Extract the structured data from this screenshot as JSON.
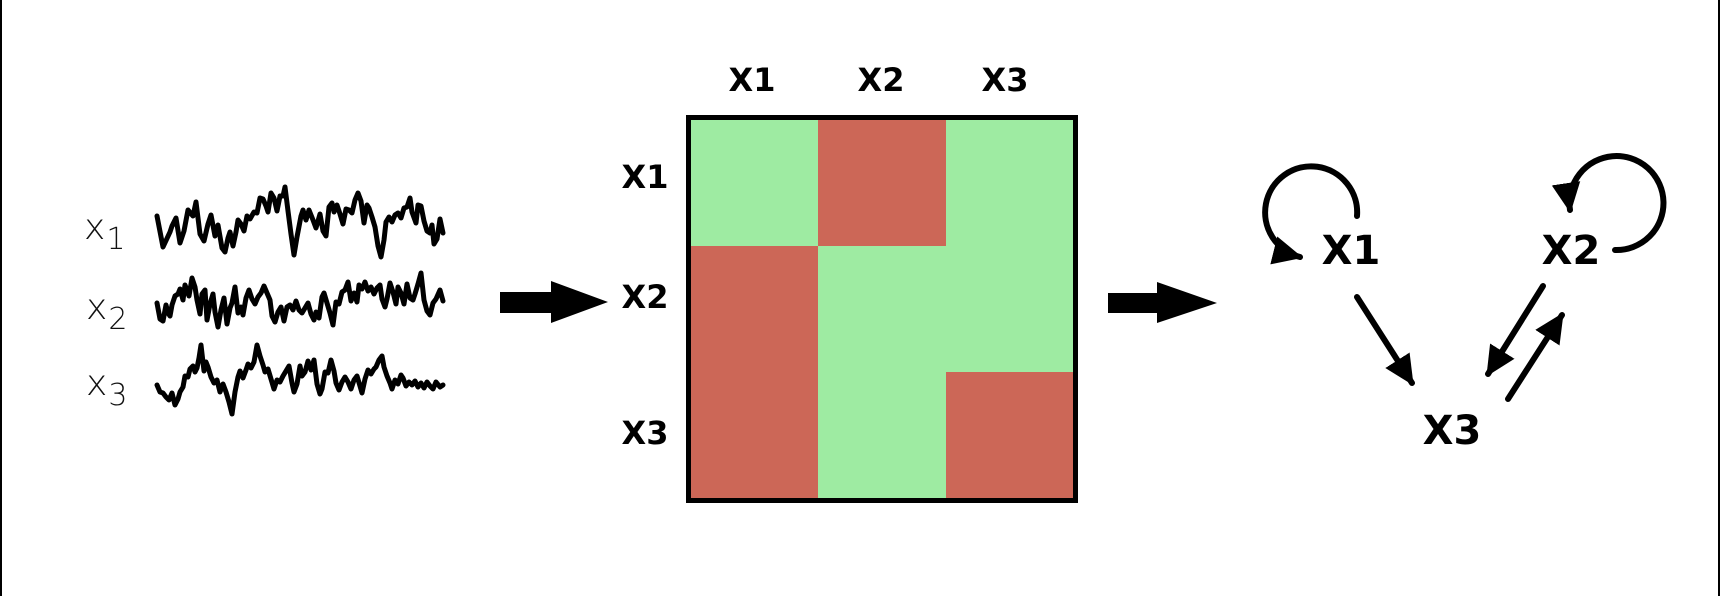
{
  "pipeline": {
    "stages": [
      "time-series",
      "adjacency-matrix",
      "causal-graph"
    ]
  },
  "time_series": {
    "labels": [
      {
        "base": "x",
        "sub": "1"
      },
      {
        "base": "x",
        "sub": "2"
      },
      {
        "base": "x",
        "sub": "3"
      }
    ]
  },
  "matrix": {
    "column_labels": [
      "X1",
      "X2",
      "X3"
    ],
    "row_labels": [
      "X1",
      "X2",
      "X3"
    ],
    "colors": {
      "present": "#9EEBA2",
      "absent": "#CC6757",
      "border": "#000000"
    },
    "cells": [
      [
        "present",
        "absent",
        "present"
      ],
      [
        "absent",
        "present",
        "present"
      ],
      [
        "absent",
        "present",
        "absent"
      ]
    ]
  },
  "graph": {
    "nodes": [
      {
        "id": "X1",
        "label": "X1"
      },
      {
        "id": "X2",
        "label": "X2"
      },
      {
        "id": "X3",
        "label": "X3"
      }
    ],
    "edges": [
      {
        "from": "X1",
        "to": "X1",
        "type": "self-loop"
      },
      {
        "from": "X2",
        "to": "X2",
        "type": "self-loop"
      },
      {
        "from": "X1",
        "to": "X3"
      },
      {
        "from": "X2",
        "to": "X3"
      },
      {
        "from": "X3",
        "to": "X2"
      }
    ]
  }
}
